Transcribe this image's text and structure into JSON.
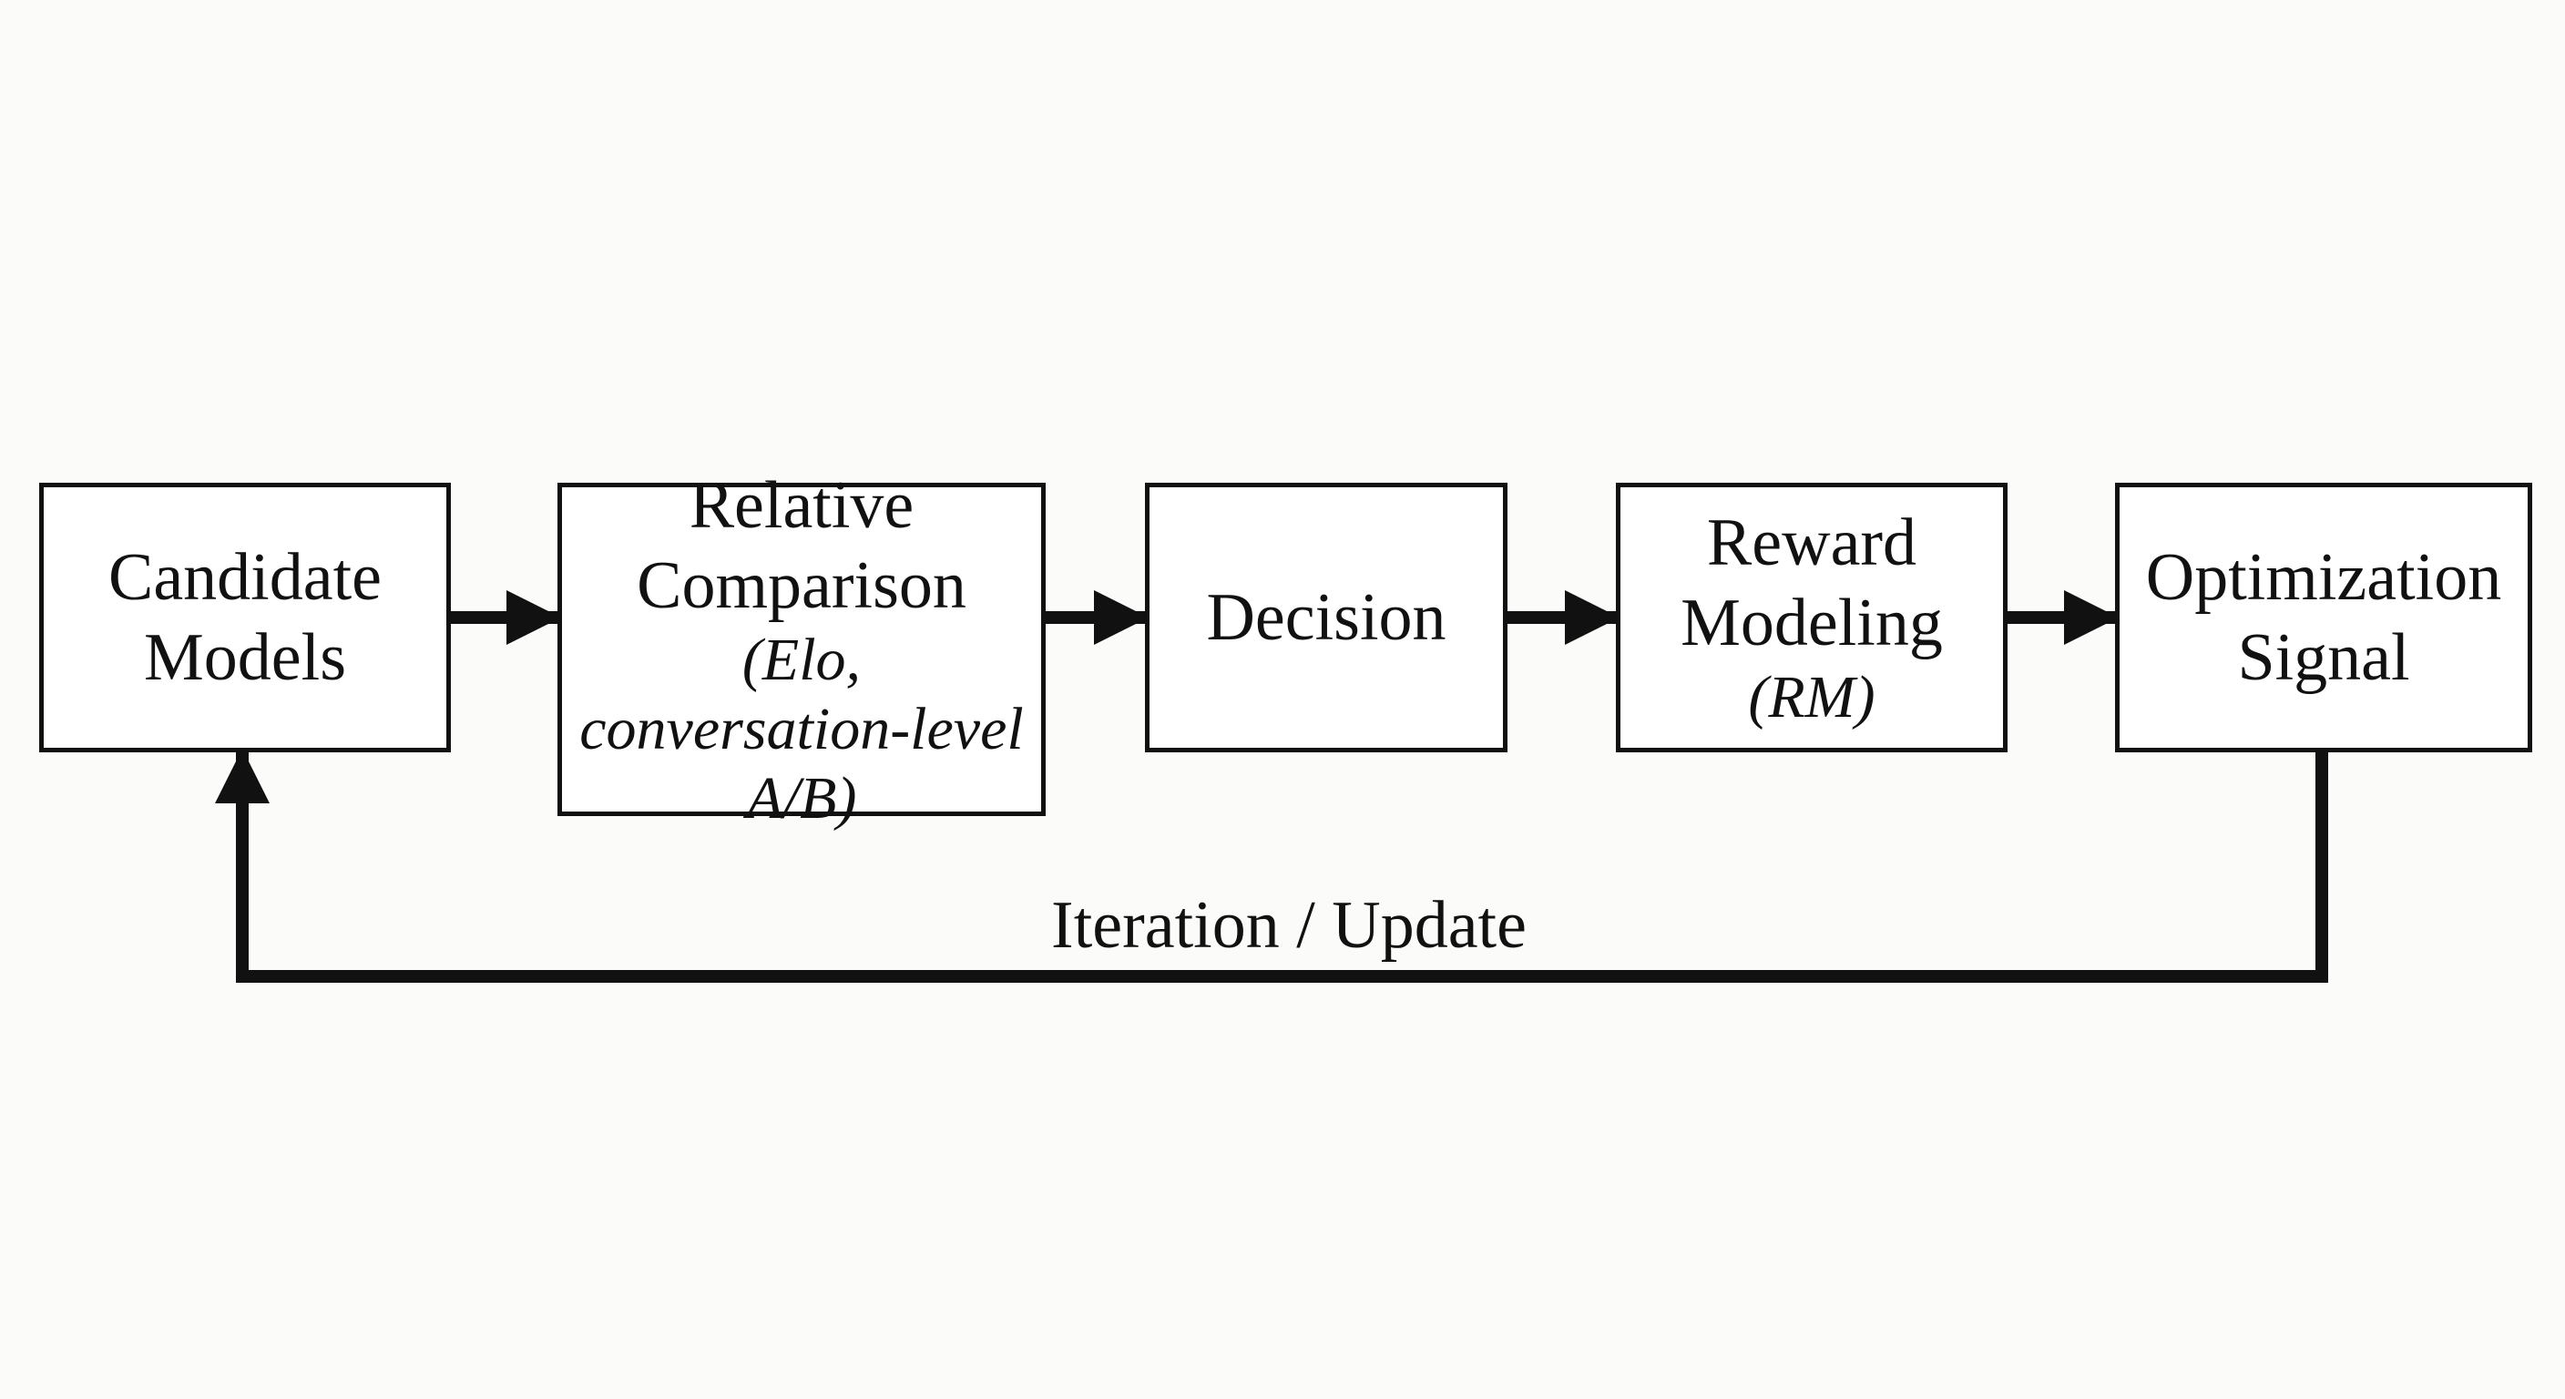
{
  "boxes": {
    "candidate": {
      "title": "Candidate Models"
    },
    "relative": {
      "title": "Relative Comparison",
      "subtitle": "(Elo, conversation-level A/B)"
    },
    "decision": {
      "title": "Decision"
    },
    "reward": {
      "title": "Reward Modeling",
      "subtitle": "(RM)"
    },
    "optimization": {
      "title": "Optimization Signal"
    }
  },
  "loop": {
    "label": "Iteration / Update"
  },
  "colors": {
    "stroke": "#111111",
    "background": "#fbfbf9",
    "box_fill": "#ffffff"
  }
}
